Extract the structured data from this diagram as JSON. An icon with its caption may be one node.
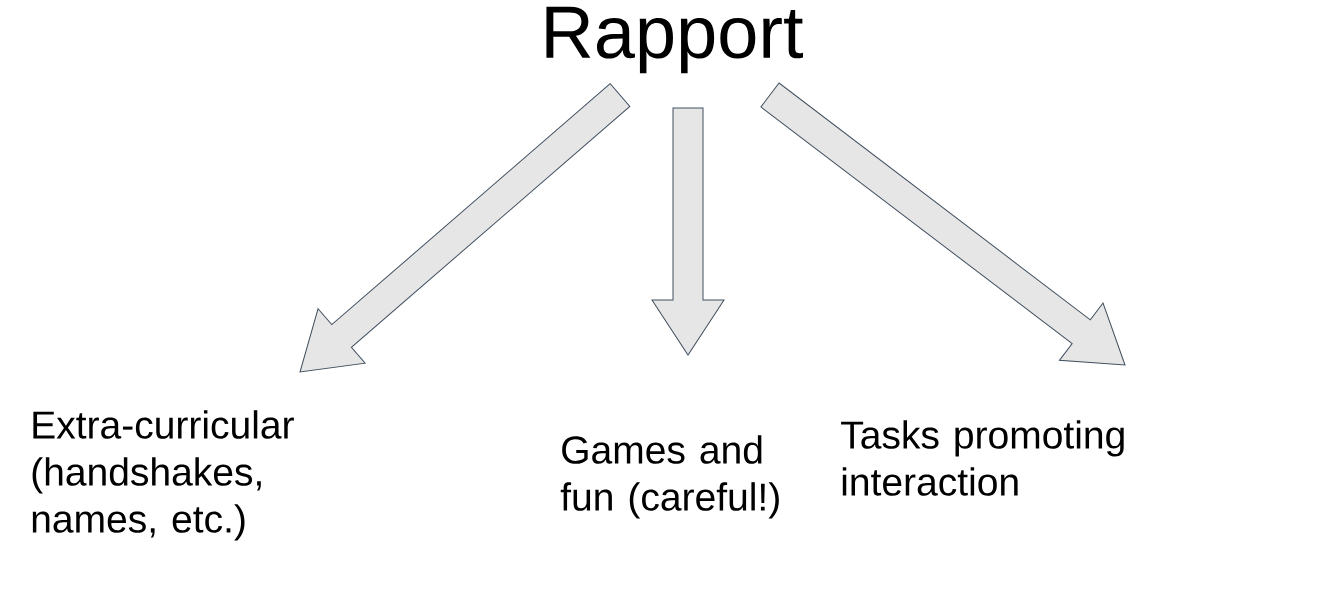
{
  "diagram": {
    "nodes": [
      {
        "text": [
          "Rapport"
        ]
      },
      {
        "text": [
          "Extra-curricular (handshakes, names, etc.)"
        ]
      },
      {
        "text": [
          "Games and fun (careful!)"
        ]
      },
      {
        "text": [
          "Tasks promoting interaction"
        ]
      }
    ],
    "edges": [
      {
        "from": 0,
        "to": 1,
        "arrow": "to"
      },
      {
        "from": 0,
        "to": 2,
        "arrow": "to"
      },
      {
        "from": 0,
        "to": 3,
        "arrow": "to"
      }
    ]
  }
}
